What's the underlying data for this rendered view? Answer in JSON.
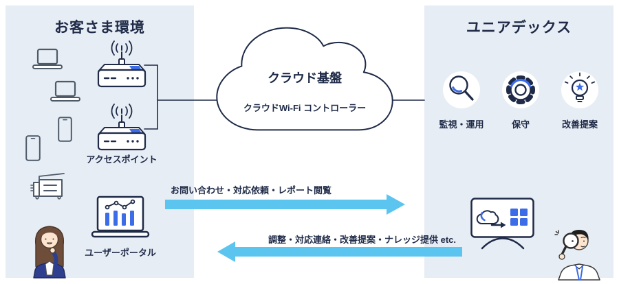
{
  "palette": {
    "page_bg": "#FFFFFF",
    "panel_bg": "#E7EDF4",
    "navy": "#1E2A47",
    "device": "#4E5A68",
    "accent": "#3C6CE7",
    "arrow": "#5BC5EF"
  },
  "left_panel": {
    "title": "お客さま環境",
    "devices": [
      "laptop",
      "laptop",
      "smartphone",
      "smartphone",
      "multifunction-printer"
    ],
    "access_points": {
      "count": 2,
      "label": "アクセスポイント"
    },
    "user_portal": {
      "label": "ユーザーポータル"
    },
    "person": "customer-woman"
  },
  "cloud": {
    "title": "クラウド基盤",
    "subtitle": "クラウドWi-Fi コントローラー"
  },
  "right_panel": {
    "title": "ユニアデックス",
    "services": [
      {
        "icon": "magnifier",
        "label": "監視・運用"
      },
      {
        "icon": "gear",
        "label": "保守"
      },
      {
        "icon": "lightbulb",
        "label": "改善提案"
      }
    ],
    "portal_screen": "cloud-dashboard-monitor",
    "person": "engineer-man"
  },
  "flows": [
    {
      "direction": "right",
      "label": "お問い合わせ・対応依頼・レポート閲覧"
    },
    {
      "direction": "left",
      "label": "調整・対応連絡・改善提案・ナレッジ提供 etc."
    }
  ]
}
